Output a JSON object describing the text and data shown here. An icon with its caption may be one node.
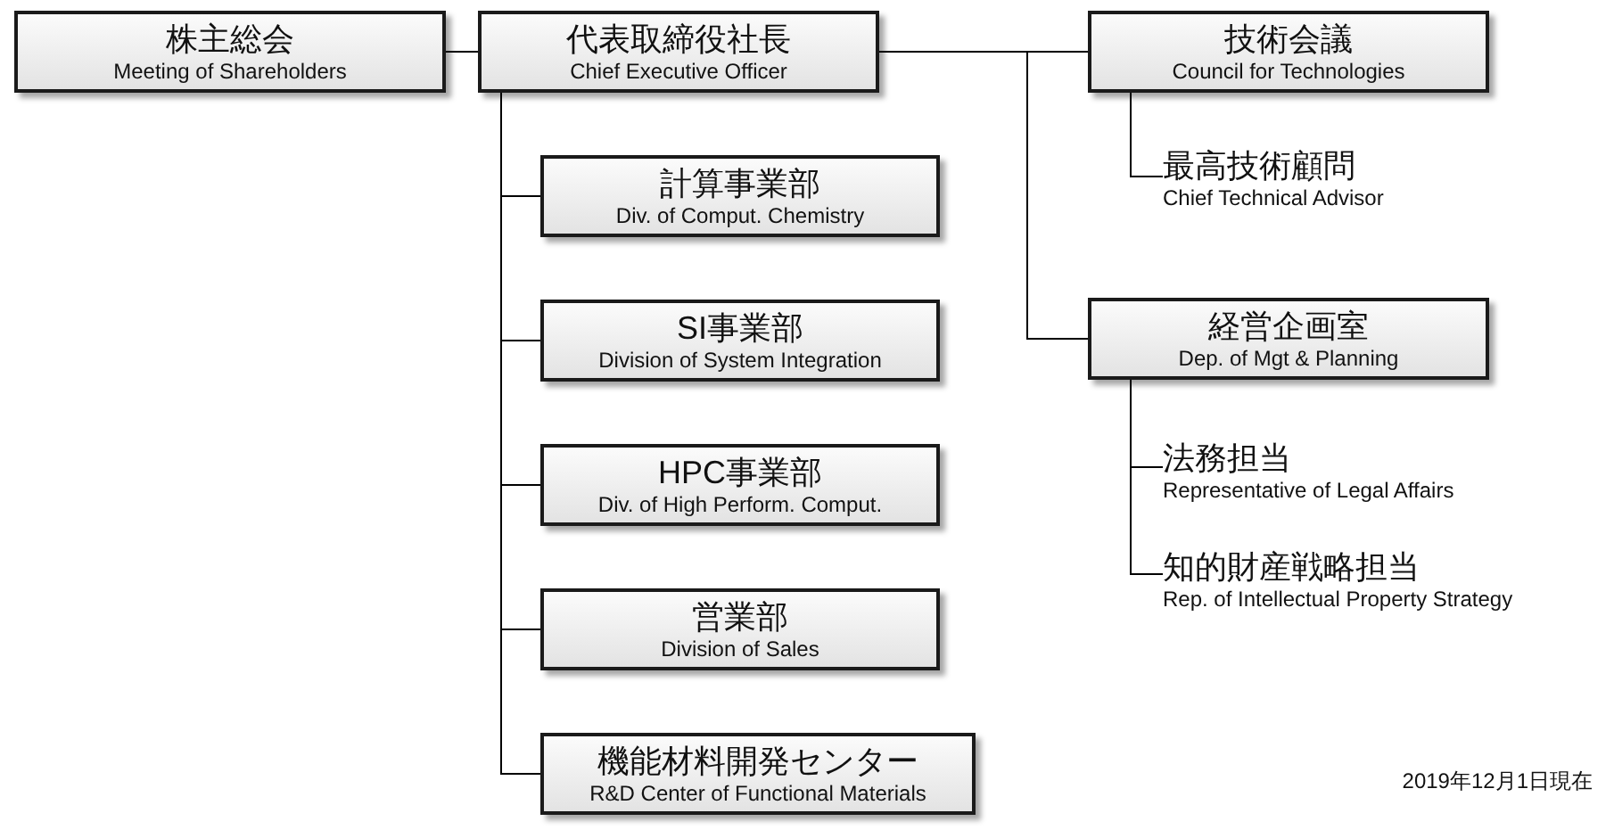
{
  "diagram": {
    "nodes": [
      {
        "text": [
          "株主総会",
          "Meeting of Shareholders"
        ]
      },
      {
        "text": [
          "代表取締役社長",
          "Chief Executive Officer"
        ]
      },
      {
        "text": [
          "技術会議",
          "Council for Technologies"
        ]
      },
      {
        "text": [
          "最高技術顧問",
          "Chief Technical Advisor"
        ]
      },
      {
        "text": [
          "経営企画室",
          "Dep. of Mgt & Planning"
        ]
      },
      {
        "text": [
          "法務担当",
          "Representative of Legal Affairs"
        ]
      },
      {
        "text": [
          "知的財産戦略担当",
          "Rep. of Intellectual Property Strategy"
        ]
      },
      {
        "text": [
          "計算事業部",
          "Div. of Comput. Chemistry"
        ]
      },
      {
        "text": [
          "SI事業部",
          "Division of System Integration"
        ]
      },
      {
        "text": [
          "HPC事業部",
          "Div. of High Perform. Comput."
        ]
      },
      {
        "text": [
          "営業部",
          "Division of Sales"
        ]
      },
      {
        "text": [
          "機能材料開発センター",
          "R&D Center of Functional Materials"
        ]
      }
    ],
    "edges": [
      {
        "from": 0,
        "to": 1,
        "arrow": "none"
      },
      {
        "from": 1,
        "to": 2,
        "arrow": "none"
      },
      {
        "from": 2,
        "to": 3,
        "arrow": "none"
      },
      {
        "from": 1,
        "to": 4,
        "arrow": "none"
      },
      {
        "from": 4,
        "to": 5,
        "arrow": "none"
      },
      {
        "from": 4,
        "to": 6,
        "arrow": "none"
      },
      {
        "from": 1,
        "to": 7,
        "arrow": "none"
      },
      {
        "from": 1,
        "to": 8,
        "arrow": "none"
      },
      {
        "from": 1,
        "to": 9,
        "arrow": "none"
      },
      {
        "from": 1,
        "to": 10,
        "arrow": "none"
      },
      {
        "from": 1,
        "to": 11,
        "arrow": "none"
      }
    ],
    "labels": [
      "2019年12月1日現在"
    ]
  }
}
